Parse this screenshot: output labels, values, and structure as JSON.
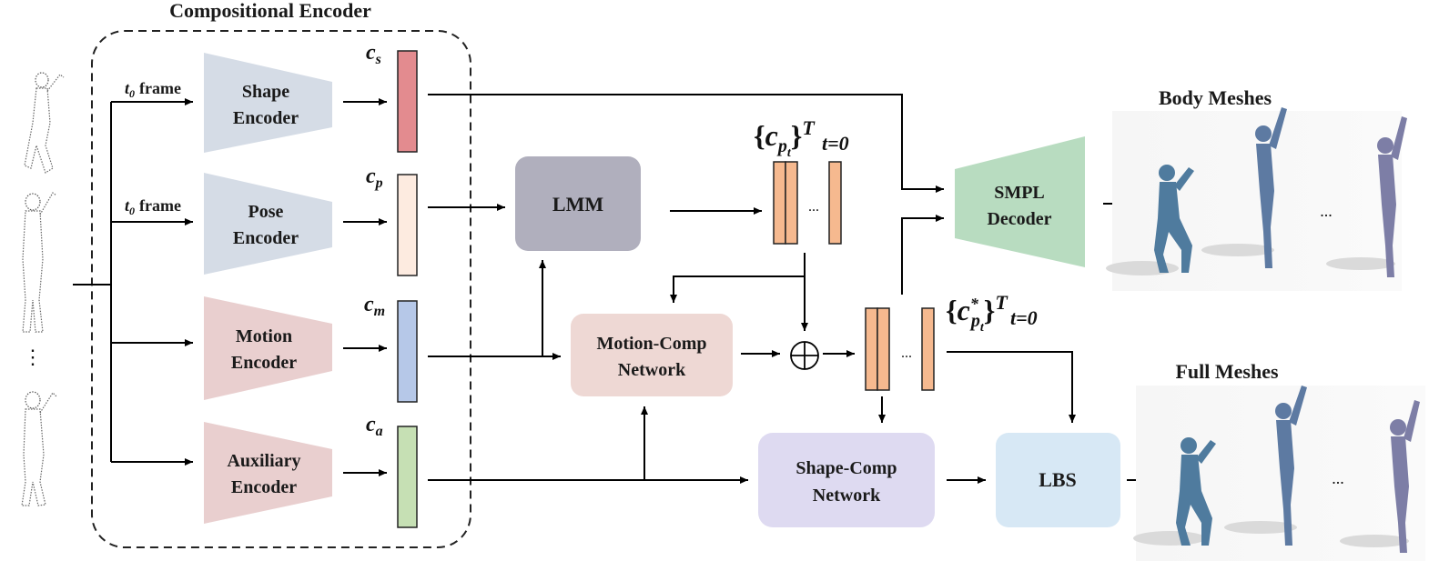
{
  "title": "Compositional Encoder",
  "frame_label": "frame",
  "frame_var": "t",
  "frame_sub": "0",
  "encoders": {
    "shape": [
      "Shape",
      "Encoder"
    ],
    "pose": [
      "Pose",
      "Encoder"
    ],
    "motion": [
      "Motion",
      "Encoder"
    ],
    "auxiliary": [
      "Auxiliary",
      "Encoder"
    ]
  },
  "codes": {
    "shape": {
      "base": "c",
      "sub": "s"
    },
    "pose": {
      "base": "c",
      "sub": "p"
    },
    "motion": {
      "base": "c",
      "sub": "m"
    },
    "auxiliary": {
      "base": "c",
      "sub": "a"
    }
  },
  "lmm_label": "LMM",
  "motion_comp": [
    "Motion-Comp",
    "Network"
  ],
  "shape_comp": [
    "Shape-Comp",
    "Network"
  ],
  "smpl_decoder": [
    "SMPL",
    "Decoder"
  ],
  "lbs_label": "LBS",
  "seq_pose": {
    "open": "{",
    "base": "c",
    "sub": "p",
    "subsub": "t",
    "close": "}",
    "sup": "T",
    "lower": "t=0"
  },
  "seq_pose_refined": {
    "open": "{",
    "base": "c",
    "star": "*",
    "sub": "p",
    "subsub": "t",
    "close": "}",
    "sup": "T",
    "lower": "t=0"
  },
  "ellipsis": "...",
  "vertical_ellipsis": "⋮",
  "plus_symbol": "⊕",
  "body_meshes_title": "Body Meshes",
  "full_meshes_title": "Full Meshes",
  "colors": {
    "encoder_gray_blue": "#d5dce6",
    "encoder_pink": "#e9cfcf",
    "code_shape": "#e38b8f",
    "code_pose": "#fdebe0",
    "code_motion": "#b6c8e8",
    "code_aux": "#c6e0b4",
    "token": "#f6b98f",
    "lmm": "#b0afbd",
    "motion_comp": "#eed8d4",
    "shape_comp": "#dedaf1",
    "smpl": "#b8dcc0",
    "lbs": "#d7e8f5",
    "mesh_blue": "#4f7b9e",
    "mesh_purple": "#7d7ea6"
  }
}
